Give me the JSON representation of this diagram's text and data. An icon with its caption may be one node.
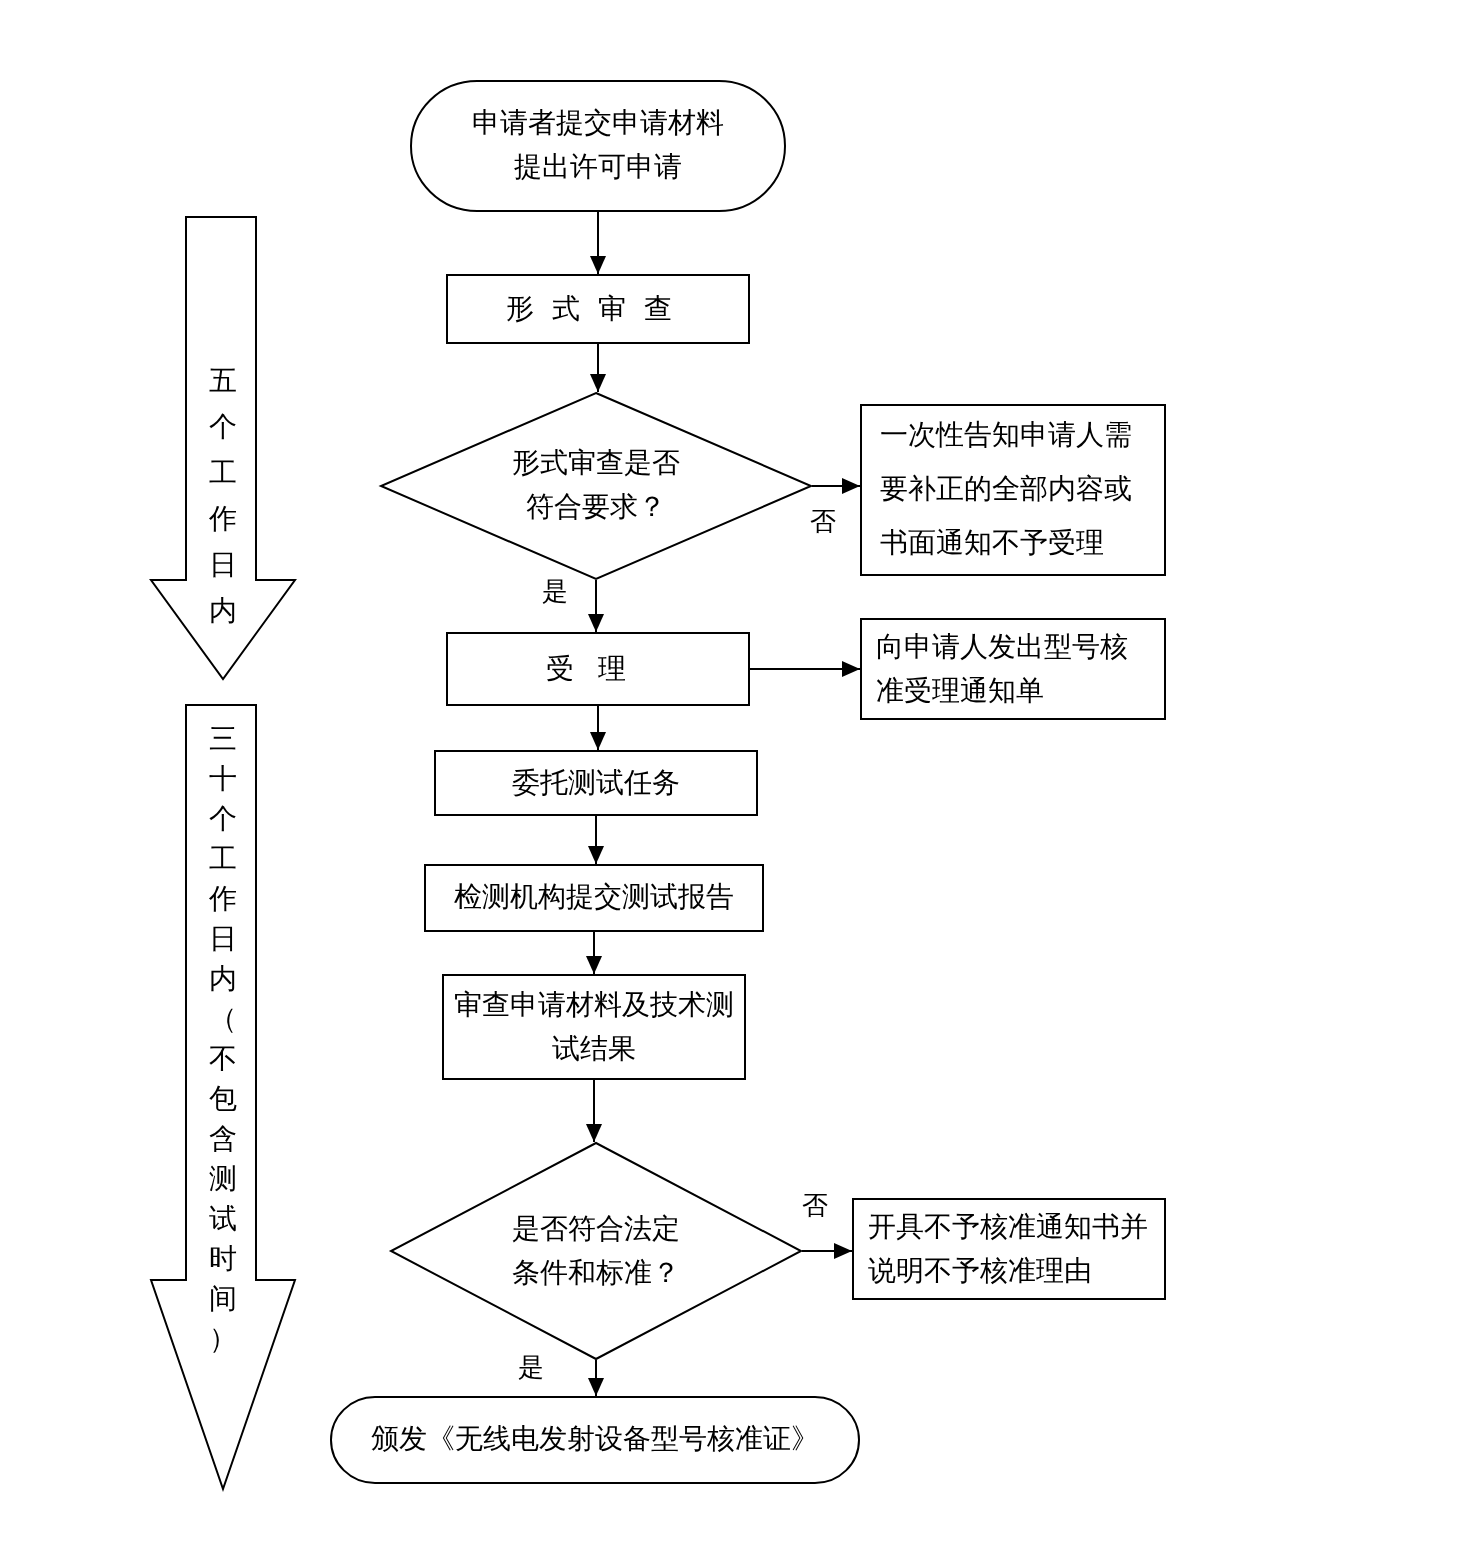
{
  "diagram": {
    "nodes": [
      {
        "text": [
          "申请者提交申请材料提出许可申请"
        ]
      },
      {
        "text": [
          "形式审查"
        ]
      },
      {
        "text": [
          "形式审查是否符合要求？"
        ]
      },
      {
        "text": [
          "一次性告知申请人需要补正的全部内容或书面通知不予受理"
        ]
      },
      {
        "text": [
          "受理"
        ]
      },
      {
        "text": [
          "向申请人发出型号核准受理通知单"
        ]
      },
      {
        "text": [
          "委托测试任务"
        ]
      },
      {
        "text": [
          "检测机构提交测试报告"
        ]
      },
      {
        "text": [
          "审查申请材料及技术测试结果"
        ]
      },
      {
        "text": [
          "是否符合法定条件和标准？"
        ]
      },
      {
        "text": [
          "开具不予核准通知书并说明不予核准理由"
        ]
      },
      {
        "text": [
          "颁发《无线电发射设备型号核准证》"
        ]
      },
      {
        "text": [
          "五个工作日内"
        ]
      },
      {
        "text": [
          "三十个工作日内（不包含测试时间）"
        ]
      }
    ],
    "edges": [
      {
        "from": 0,
        "to": 1,
        "arrow": "to"
      },
      {
        "from": 1,
        "to": 2,
        "arrow": "to"
      },
      {
        "from": 2,
        "to": 3,
        "arrow": "to",
        "label": "否"
      },
      {
        "from": 2,
        "to": 4,
        "arrow": "to",
        "label": "是"
      },
      {
        "from": 4,
        "to": 5,
        "arrow": "to"
      },
      {
        "from": 4,
        "to": 6,
        "arrow": "to"
      },
      {
        "from": 6,
        "to": 7,
        "arrow": "to"
      },
      {
        "from": 7,
        "to": 8,
        "arrow": "to"
      },
      {
        "from": 8,
        "to": 9,
        "arrow": "to"
      },
      {
        "from": 9,
        "to": 10,
        "arrow": "to",
        "label": "否"
      },
      {
        "from": 9,
        "to": 11,
        "arrow": "to",
        "label": "是"
      }
    ]
  }
}
